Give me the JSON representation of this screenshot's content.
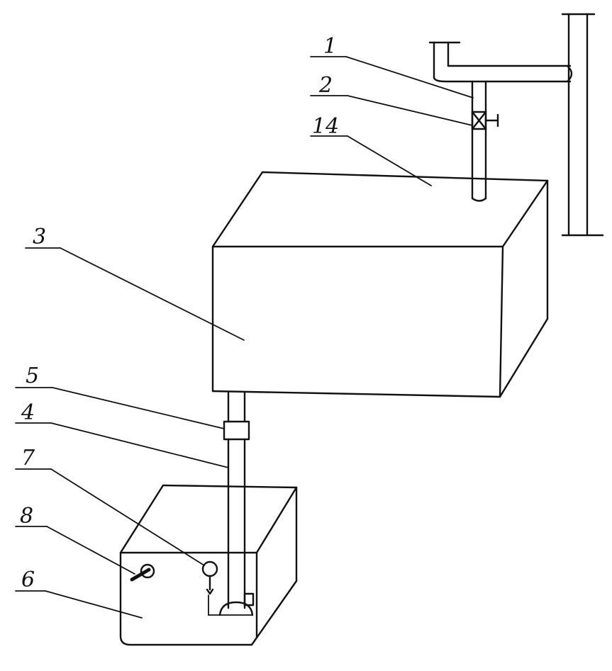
{
  "labels": [
    {
      "id": "1",
      "text": "1",
      "part": "inlet-pipe"
    },
    {
      "id": "2",
      "text": "2",
      "part": "valve"
    },
    {
      "id": "14",
      "text": "14",
      "part": "upper-tank-top"
    },
    {
      "id": "3",
      "text": "3",
      "part": "upper-tank"
    },
    {
      "id": "5",
      "text": "5",
      "part": "pipe-coupling"
    },
    {
      "id": "4",
      "text": "4",
      "part": "down-pipe"
    },
    {
      "id": "7",
      "text": "7",
      "part": "float-ball"
    },
    {
      "id": "8",
      "text": "8",
      "part": "side-fitting"
    },
    {
      "id": "6",
      "text": "6",
      "part": "lower-tank"
    }
  ]
}
